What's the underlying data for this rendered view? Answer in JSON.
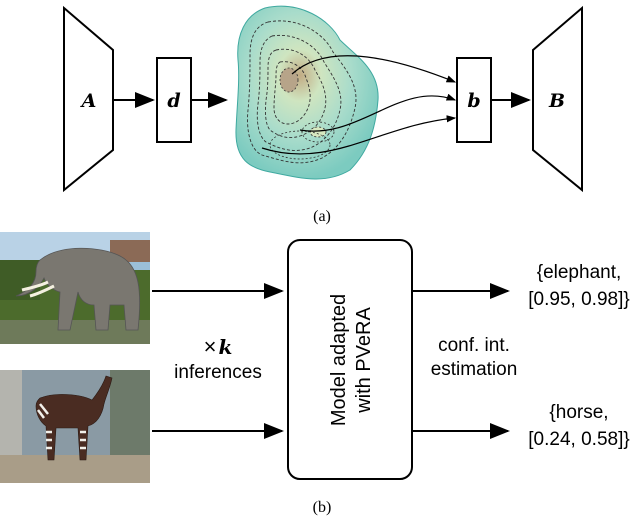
{
  "panel_a": {
    "caption": "(a)",
    "encoder_label": "A",
    "box_d_label": "d",
    "box_b_label": "b",
    "decoder_label": "B",
    "colors": {
      "blob_fill": "#9fd6c8",
      "blob_center": "#b9a989"
    }
  },
  "panel_b": {
    "caption": "(b)",
    "model_label_line1": "Model adapted",
    "model_label_line2": "with PVeRA",
    "times_symbol": "×",
    "k_symbol": "k",
    "inferences_label": "inferences",
    "conf_line1": "conf. int.",
    "conf_line2": "estimation",
    "output_top_line1": "{elephant,",
    "output_top_line2": "[0.95, 0.98]}",
    "output_bottom_line1": "{horse,",
    "output_bottom_line2": "[0.24, 0.58]}",
    "image_top": "elephant-photo",
    "image_bottom": "okapi-photo"
  }
}
